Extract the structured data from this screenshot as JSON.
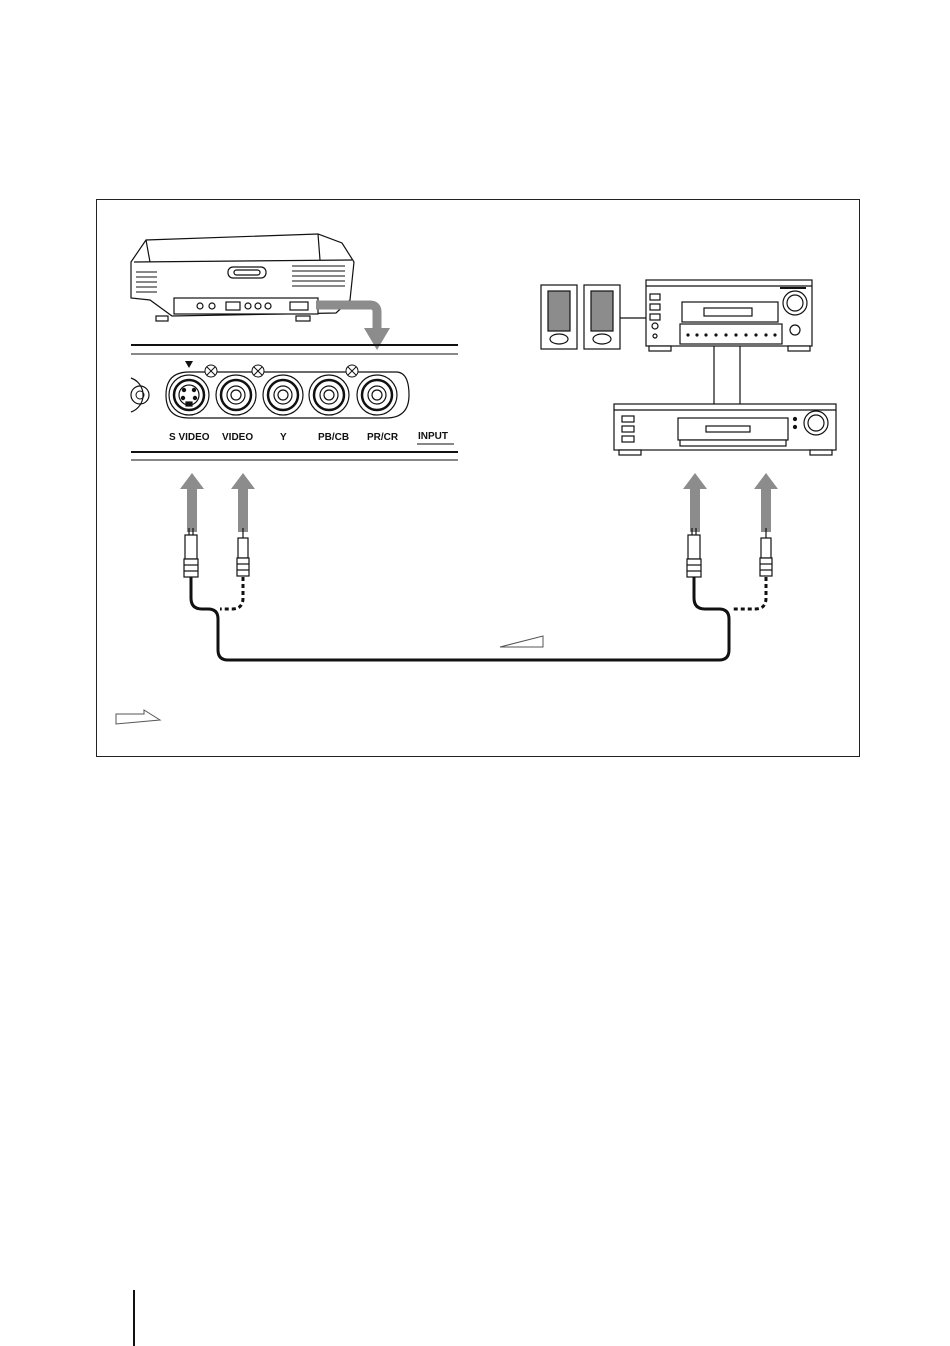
{
  "diagram": {
    "input_panel": {
      "labels": {
        "s_video": "S VIDEO",
        "video": "VIDEO",
        "y": "Y",
        "pb_cb": "PB/CB",
        "pr_cr": "PR/CR",
        "input": "INPUT"
      }
    }
  },
  "colors": {
    "line": "#111111",
    "arrow": "#8c8c8c",
    "border": "#222222"
  }
}
